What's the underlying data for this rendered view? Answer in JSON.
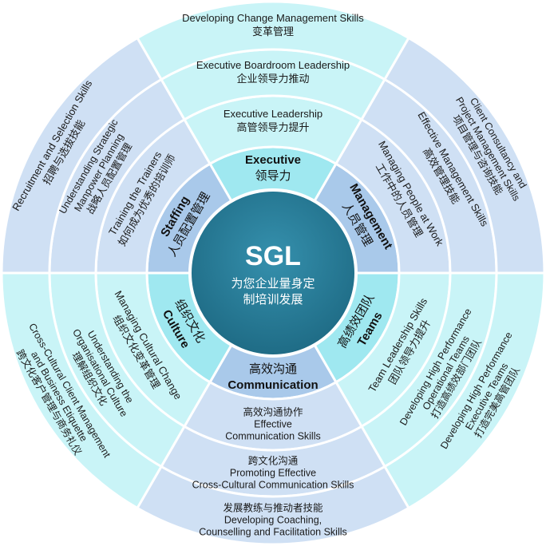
{
  "colors": {
    "core": "#2a7d98",
    "core_ring": "#ffffff",
    "segment_cyan": "#9fe8f0",
    "segment_blue": "#a9c9ea",
    "ring_cyan": "#c9f4f7",
    "ring_blue": "#cfe0f4",
    "separator": "#ffffff"
  },
  "center": {
    "title": "SGL",
    "subtitle_line1": "为您企业量身定",
    "subtitle_line2": "制培训发展"
  },
  "categories": {
    "executive": {
      "en": "Executive",
      "zh": "领导力"
    },
    "management": {
      "en": "Management",
      "zh": "人员管理"
    },
    "teams": {
      "en": "Teams",
      "zh": "高绩效团队"
    },
    "communication": {
      "en": "Communication",
      "zh": "高效沟通"
    },
    "culture": {
      "en": "Culture",
      "zh": "组织文化"
    },
    "staffing": {
      "en": "Staffing",
      "zh": "人员配置管理"
    }
  },
  "rings": {
    "executive": [
      {
        "lines": [
          "Executive Leadership",
          "高管领导力提升"
        ]
      },
      {
        "lines": [
          "Executive Boardroom Leadership",
          "企业领导力推动"
        ]
      },
      {
        "lines": [
          "Developing Change Management Skills",
          "变革管理"
        ]
      }
    ],
    "management": [
      {
        "lines": [
          "Managing People at Work",
          "工作中的人员管理"
        ]
      },
      {
        "lines": [
          "Effective Management Skills",
          "高效管理技能"
        ]
      },
      {
        "lines": [
          "Client Consultancy and",
          "Project Management Skills",
          "项目管理与咨询技能"
        ]
      }
    ],
    "teams": [
      {
        "lines": [
          "Team Leadership Skills",
          "团队领导力提升"
        ]
      },
      {
        "lines": [
          "Developing High Performance",
          "Operational Teams",
          "打造高绩效部门团队"
        ]
      },
      {
        "lines": [
          "Developing High Performance",
          "Executive Teams",
          "打造完美高管团队"
        ]
      }
    ],
    "communication": [
      {
        "lines": [
          "高效沟通协作",
          "Effective",
          "Communication Skills"
        ]
      },
      {
        "lines": [
          "跨文化沟通",
          "Promoting Effective",
          "Cross-Cultural Communication Skills"
        ]
      },
      {
        "lines": [
          "发展教练与推动者技能",
          "Developing Coaching,",
          "Counselling and Facilitation Skills"
        ]
      }
    ],
    "culture": [
      {
        "lines": [
          "Managing Cultural Change",
          "组织文化变革管理"
        ]
      },
      {
        "lines": [
          "Understanding the",
          "Organisational Culture",
          "理解组织文化"
        ]
      },
      {
        "lines": [
          "Cross-Cultural Client Management",
          "and Business Etiquette",
          "跨文化客户管理与商务礼仪"
        ]
      }
    ],
    "staffing": [
      {
        "lines": [
          "Training the Trainers",
          "如何成为优秀的培训师"
        ]
      },
      {
        "lines": [
          "Understanding Strategic",
          "Manpower Planning",
          "战略人员配置管理"
        ]
      },
      {
        "lines": [
          "Recruitment and Selection Skills",
          "招聘与选拔技能"
        ]
      }
    ]
  }
}
